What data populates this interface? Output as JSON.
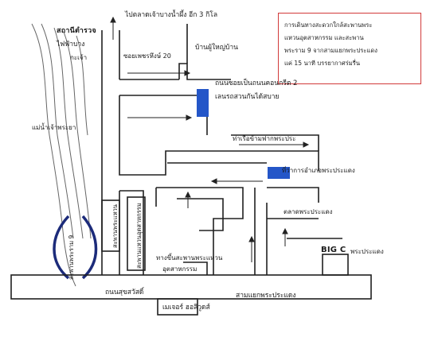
{
  "map": {
    "note_lines": [
      "การเดินทางสะดวกใกล้สะพานพระ",
      "แหวนอุตสาหกรรม และสะพาน",
      "พระราม 9 จากสามแยกพระประแดง",
      "แค่ 15 นาที  บรรยากาศร่มรื่น"
    ],
    "labels": {
      "top_road": "ไปตลาดเจ้าบางน้ำผึ้ง อีก 3 กิโล",
      "station_top": "สถานีตำรวจ",
      "station_bottom": "ไฟฟ้าบาง",
      "station_extra": "กะเจ้า",
      "soi20": "ซอยเพชรหึงษ์ 20",
      "house": "บ้านผู้ใหญ่บ้าน",
      "concrete_road": "ถนนซอยเป็นถนนคอนกรีต 2",
      "concrete_road_2": "เลนรถสวนกันได้สบาย",
      "chao_phraya": "แม่น้ำเจ้าพระยา",
      "market_pier": "ท่าเรือข้ามฟากพระประ",
      "district_office": "ที่ว่าการอำเภอพระประแดง",
      "phra_pradaeng_market": "ตลาดพระประแดง",
      "big_c": "BIG C",
      "big_c_suffix": "พระประแดง",
      "bridge_entrance": "ทางขึ้นสะพานพระแหวน",
      "bridge_entrance_2": "อุตสาหกรรม",
      "road_sukhasawat": "ถนนสุขสวัสดิ์",
      "intersection": "สามแยกพระประแดง",
      "mega": "เมเจอร์ ฮอลิวูดส์",
      "bridge_vertical": "สะพานพระราม 9",
      "temple_vertical": "สะพานพระแหวน",
      "industrial_vertical": "สะพานแหวนอุตสาหกรรม"
    },
    "colors": {
      "outline": "#202020",
      "destination": "#2456c8",
      "arrow": "#222222",
      "note_border": "#d23a3a",
      "river": "#555555",
      "bridge_arc": "#1c2b7a"
    }
  }
}
